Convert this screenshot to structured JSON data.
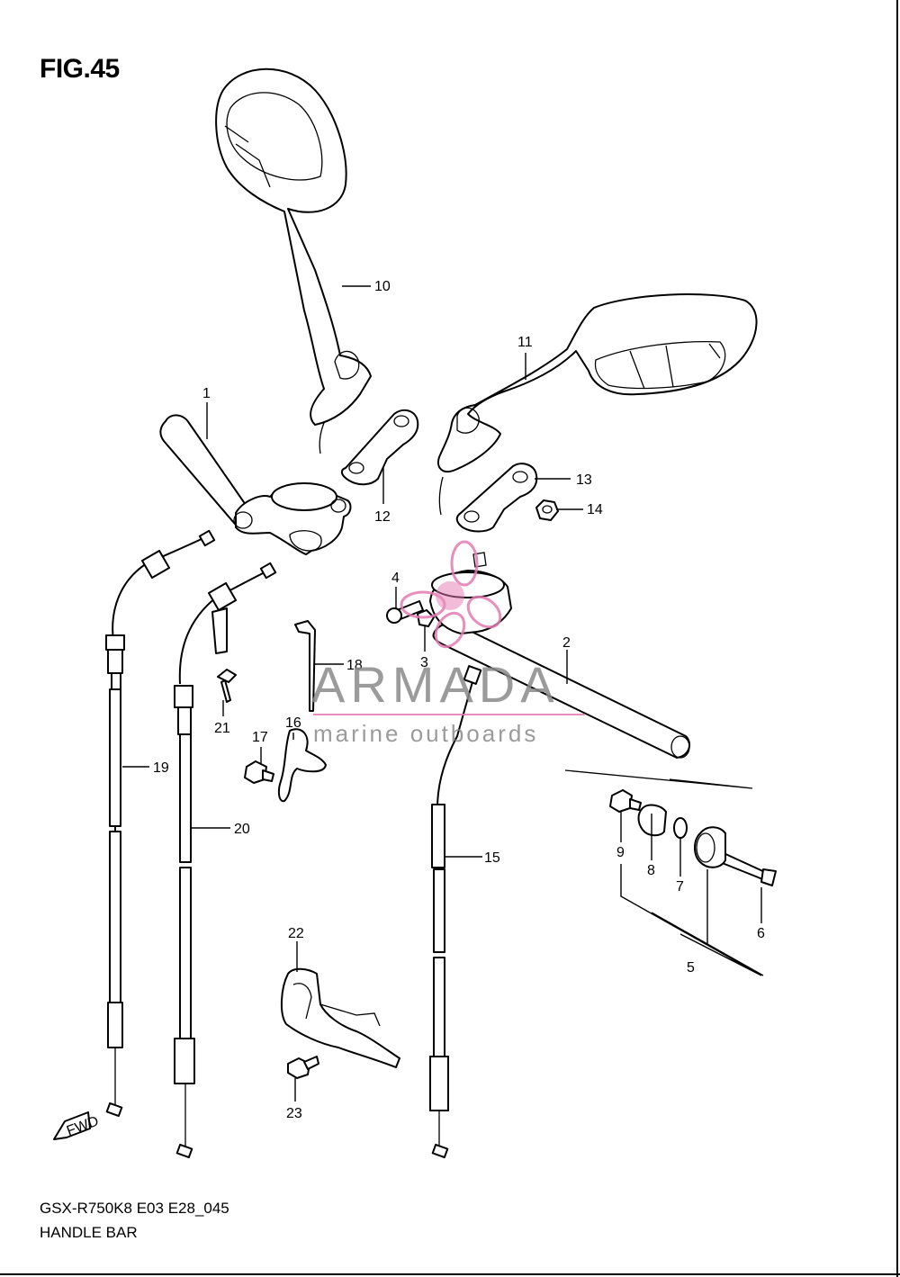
{
  "figure": {
    "title": "FIG.45",
    "model_code": "GSX-R750K8 E03 E28_045",
    "section_name": "HANDLE BAR",
    "direction_badge": "FWD"
  },
  "watermark": {
    "word": "ARMADA",
    "tagline": "marine outboards",
    "logo_color": "#e47ab0",
    "text_color": "#8a8a8a"
  },
  "callouts": {
    "c1": "1",
    "c2": "2",
    "c3": "3",
    "c4": "4",
    "c5": "5",
    "c6": "6",
    "c7": "7",
    "c8": "8",
    "c9": "9",
    "c10": "10",
    "c11": "11",
    "c12": "12",
    "c13": "13",
    "c14": "14",
    "c15": "15",
    "c16": "16",
    "c17": "17",
    "c18": "18",
    "c19": "19",
    "c20": "20",
    "c21": "21",
    "c22": "22",
    "c23": "23"
  }
}
